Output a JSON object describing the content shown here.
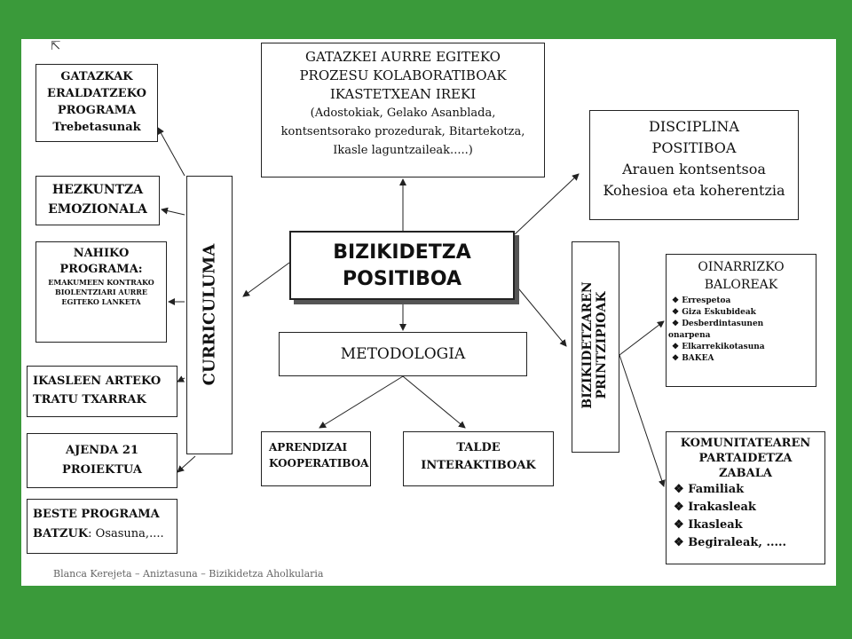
{
  "center": {
    "line1": "BIZIKIDETZA",
    "line2": "POSITIBOA"
  },
  "top": {
    "line1": "GATAZKEI AURRE EGITEKO",
    "line2": "PROZESU KOLABORATIBOAK",
    "line3": "IKASTETXEAN IREKI",
    "line4": "(Adostokiak, Gelako Asanblada,",
    "line5": "kontsentsorako prozedurak, Bitartekotza,",
    "line6": "Ikasle laguntzaileak.....)"
  },
  "disciplina": {
    "line1": "DISCIPLINA",
    "line2": "POSITIBOA",
    "line3": "Arauen kontsentsoa",
    "line4": "Kohesioa eta koherentzia"
  },
  "metodologia": {
    "label": "METODOLOGIA"
  },
  "aprendizai": {
    "line1": "APRENDIZAI",
    "line2": "KOOPERATIBOA"
  },
  "talde": {
    "line1": "TALDE",
    "line2": "INTERAKTIBOAK"
  },
  "curriculuma": {
    "label": "CURRICULUMA"
  },
  "printzipioak": {
    "line1": "BIZIKIDETZAREN",
    "line2": "PRINTZIPIOAK"
  },
  "left": {
    "gatazkak": {
      "line1": "GATAZKAK",
      "line2": "ERALDATZEKO",
      "line3": "PROGRAMA",
      "line4": "Trebetasunak"
    },
    "hezkuntza": {
      "line1": "HEZKUNTZA",
      "line2": "EMOZIONALA"
    },
    "nahiko": {
      "line1": "NAHIKO",
      "line2": "PROGRAMA:",
      "line3": "EMAKUMEEN KONTRAKO",
      "line4": "BIOLENTZIARI AURRE",
      "line5": "EGITEKO LANKETA"
    },
    "ikasleen": {
      "line1": "IKASLEEN ARTEKO",
      "line2": "TRATU TXARRAK"
    },
    "ajenda": {
      "line1": "AJENDA 21",
      "line2": "PROIEKTUA"
    },
    "beste": {
      "line1": "BESTE PROGRAMA",
      "line2a": "BATZUK",
      "line2b": ": Osasuna,...."
    }
  },
  "oinarrizko": {
    "line1": "OINARRIZKO",
    "line2": "BALOREAK",
    "items": [
      "Errespetoa",
      "Giza Eskubideak",
      "Desberdintasunen",
      "Elkarrekikotasuna",
      "BAKEA"
    ],
    "cont": "onarpena"
  },
  "komunitate": {
    "line1": "KOMUNITATEAREN",
    "line2": "PARTAIDETZA",
    "line3": "ZABALA",
    "items": [
      "Familiak",
      "Irakasleak",
      "Ikasleak",
      "Begiraleak, ....."
    ]
  },
  "footer": "Blanca  Kerejeta – Aniztasuna – Bizikidetza Aholkularia"
}
